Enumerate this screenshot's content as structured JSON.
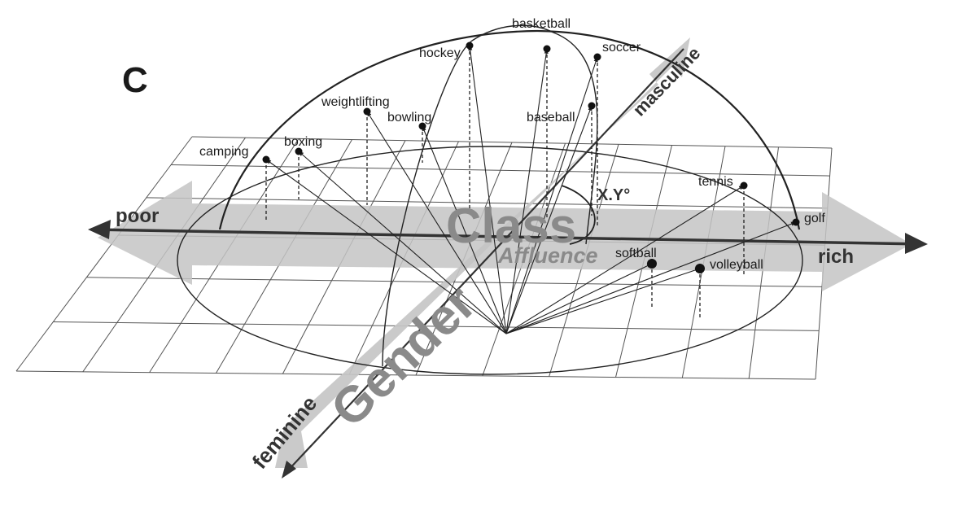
{
  "panel_label": "C",
  "axes": {
    "class_title": "Class",
    "class_subtitle": "Affluence",
    "class_left": "poor",
    "class_right": "rich",
    "gender_title": "Gender",
    "gender_low": "feminine",
    "gender_high": "masculine"
  },
  "angle_label": "X.Y°",
  "sports": [
    {
      "name": "camping"
    },
    {
      "name": "boxing"
    },
    {
      "name": "weightlifting"
    },
    {
      "name": "bowling"
    },
    {
      "name": "hockey"
    },
    {
      "name": "basketball"
    },
    {
      "name": "soccer"
    },
    {
      "name": "baseball"
    },
    {
      "name": "tennis"
    },
    {
      "name": "golf"
    },
    {
      "name": "softball"
    },
    {
      "name": "volleyball"
    }
  ]
}
